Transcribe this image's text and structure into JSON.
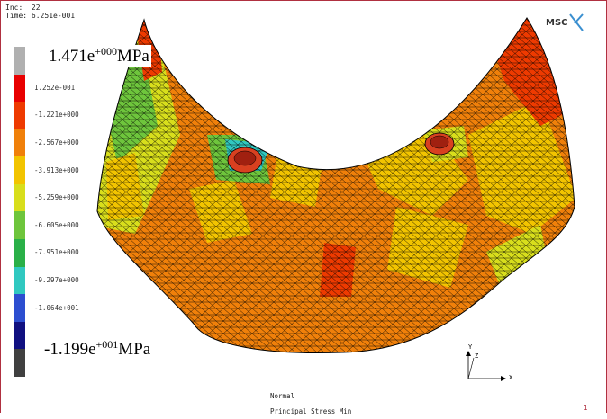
{
  "header": {
    "inc_label": "Inc:",
    "inc_value": "22",
    "time_label": "Time:",
    "time_value": "6.251e-001"
  },
  "logo": {
    "text": "MSC"
  },
  "legend": {
    "max_text": "1.471e",
    "max_exp": "+000",
    "max_unit": "MPa",
    "min_text": "-1.199e",
    "min_exp": "+001",
    "min_unit": "MPa",
    "colors": [
      "#b0b0b0",
      "#e80000",
      "#ee3a00",
      "#f0800a",
      "#f2c400",
      "#d8de1c",
      "#6ec53c",
      "#2ab048",
      "#30c8c0",
      "#2c4ed0",
      "#101080",
      "#404040"
    ],
    "labels": [
      "1.252e-001",
      "-1.221e+000",
      "-2.567e+000",
      "-3.913e+000",
      "-5.259e+000",
      "-6.605e+000",
      "-7.951e+000",
      "-9.297e+000",
      "-1.064e+001"
    ]
  },
  "axes": {
    "y_label": "Y",
    "z_label": "Z",
    "x_label": "X"
  },
  "footer": {
    "line1": "Normal",
    "line2": "Principal Stress Min"
  },
  "page": {
    "number": "1"
  }
}
